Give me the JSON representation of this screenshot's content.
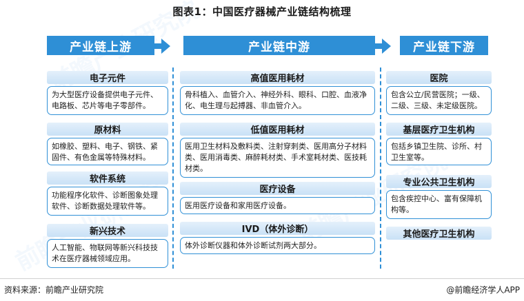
{
  "title": "图表1：中国医疗器械产业链结构梳理",
  "stages": {
    "upstream": "产业链上游",
    "midstream": "产业链中游",
    "downstream": "产业链下游"
  },
  "upstream": [
    {
      "head": "电子元件",
      "text": "为大型医疗设备提供电子元件、电路板、芯片等电子零部件。"
    },
    {
      "head": "原材料",
      "text": "如橡胶、塑料、电子、钢铁、紧固件、有色金属等特殊材料。"
    },
    {
      "head": "软件系统",
      "text": "功能程序化软件、诊断图象处理软件、诊断数据处理软件等。"
    },
    {
      "head": "新兴技术",
      "text": "人工智能、物联网等新兴科技技术在医疗器械领域应用。"
    }
  ],
  "midstream": [
    {
      "head": "高值医用耗材",
      "text": "骨科植入、血管介入、神经外科、眼科、口腔、血液净化、电生理与起搏器、非血管介入。"
    },
    {
      "head": "低值医用耗材",
      "text": "医用卫生材料及敷料类、注射穿刺类、医用高分子材料类、医用消毒类、麻醉耗材类、手术室耗材类、医技耗材类。"
    },
    {
      "head": "医疗设备",
      "text": "医用医疗设备和家用医疗设备。"
    },
    {
      "head": "IVD（体外诊断）",
      "text": "体外诊断仪器和体外诊断试剂两大部分。"
    }
  ],
  "downstream": [
    {
      "head": "医院",
      "text": "包含公立/民营医院；一级、二级、三级、未定级医院。"
    },
    {
      "head": "基层医疗卫生机构",
      "text": "包括乡镇卫生院、诊所、村卫生室等。"
    },
    {
      "head": "专业公共卫生机构",
      "text": "包含疾控中心、富有保障机构等。"
    },
    {
      "head": "其他医疗卫生机构",
      "text": ""
    }
  ],
  "footer": {
    "source": "资料来源：前瞻产业研究院",
    "brand": "@前瞻经济学人APP"
  },
  "watermark": "前瞻产业研究院"
}
